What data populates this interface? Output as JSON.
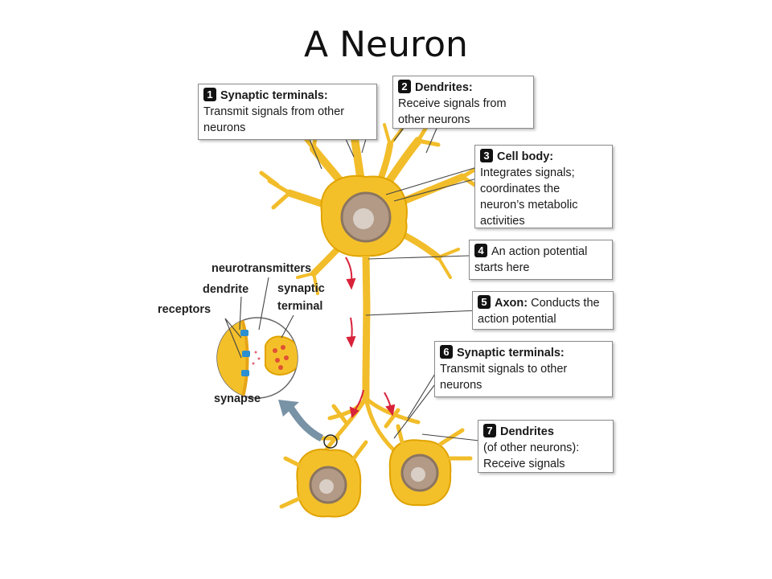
{
  "title": "A Neuron",
  "callouts": [
    {
      "number": "1",
      "heading": "Synaptic terminals:",
      "text": "Transmit signals from other neurons"
    },
    {
      "number": "2",
      "heading": "Dendrites:",
      "text": "Receive signals from other neurons"
    },
    {
      "number": "3",
      "heading": "Cell body:",
      "text": "Integrates signals; coordinates the neuron’s metabolic activities"
    },
    {
      "number": "4",
      "heading": "",
      "text": "An action potential starts here"
    },
    {
      "number": "5",
      "heading": "Axon:",
      "text": "Conducts the action potential"
    },
    {
      "number": "6",
      "heading": "Synaptic terminals:",
      "text": "Transmit signals to other neurons"
    },
    {
      "number": "7",
      "heading": "Dendrites",
      "text": "(of other neurons): Receive signals"
    }
  ],
  "synapse_labels": {
    "neurotransmitters": "neurotransmitters",
    "dendrite": "dendrite",
    "synaptic_terminal_1": "synaptic",
    "synaptic_terminal_2": "terminal",
    "receptors": "receptors",
    "synapse": "synapse"
  },
  "colors": {
    "neuron": "#f4c02a",
    "neuron_edge": "#e2a000",
    "nucleus": "#a48e7a",
    "arrow": "#d8223a",
    "zoom_arrow": "#7892a6"
  }
}
